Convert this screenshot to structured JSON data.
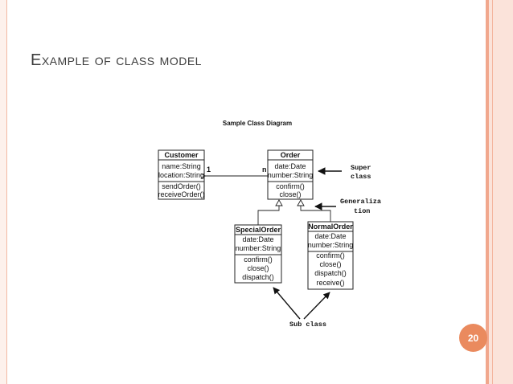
{
  "slide": {
    "title": "Example of class model",
    "page_number": "20"
  },
  "diagram": {
    "caption": "Sample Class Diagram",
    "classes": {
      "customer": {
        "name": "Customer",
        "attributes": [
          "name:String",
          "location:String"
        ],
        "methods": [
          "sendOrder()",
          "receiveOrder()"
        ]
      },
      "order": {
        "name": "Order",
        "attributes": [
          "date:Date",
          "number:String"
        ],
        "methods": [
          "confirm()",
          "close()"
        ]
      },
      "special_order": {
        "name": "SpecialOrder",
        "attributes": [
          "date:Date",
          "number:String"
        ],
        "methods": [
          "confirm()",
          "close()",
          "dispatch()"
        ]
      },
      "normal_order": {
        "name": "NormalOrder",
        "attributes": [
          "date:Date",
          "number:String"
        ],
        "methods": [
          "confirm()",
          "close()",
          "dispatch()",
          "receive()"
        ]
      }
    },
    "multiplicity": {
      "customer_end": "1",
      "order_end": "n"
    },
    "annotations": {
      "super_class_line1": "Super",
      "super_class_line2": "class",
      "generalization_line1": "Generaliza",
      "generalization_line2": "tion",
      "sub_class": "Sub class"
    }
  }
}
